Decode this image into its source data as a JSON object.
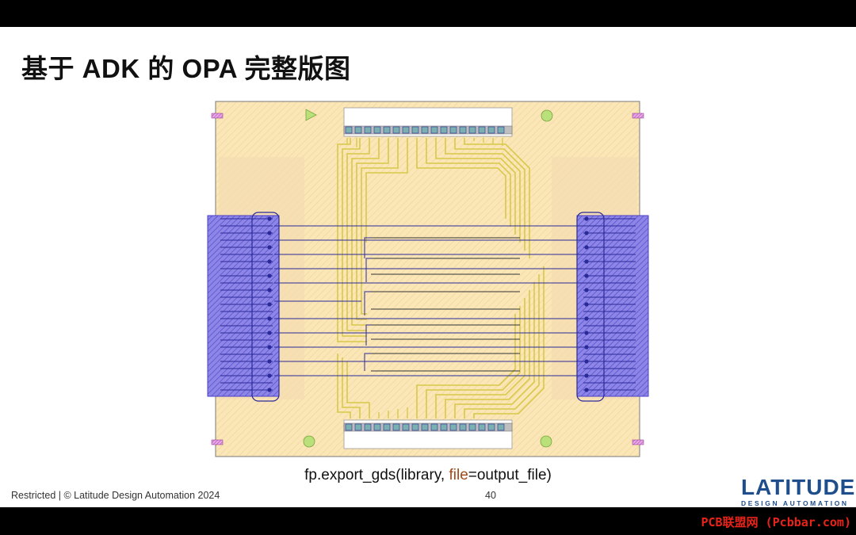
{
  "slide": {
    "title": "基于 ADK 的 OPA 完整版图",
    "code_prefix": "fp.export_gds(library, ",
    "code_keyword": "file",
    "code_suffix": "=output_file)",
    "footer": "Restricted | © Latitude Design Automation 2024",
    "page_number": "40",
    "logo_main": "LATITUDE",
    "logo_sub": "DESIGN AUTOMATION"
  },
  "watermark": "PCB联盟网 (Pcbbar.com)",
  "colors": {
    "substrate": "#fbe6b8",
    "substrate_border": "#7a7a7a",
    "routing": "#d8c948",
    "pad_blue": "#4a3fc8",
    "wire": "#2a2a9a",
    "logo": "#1f4e8c",
    "watermark": "#e8231a"
  }
}
